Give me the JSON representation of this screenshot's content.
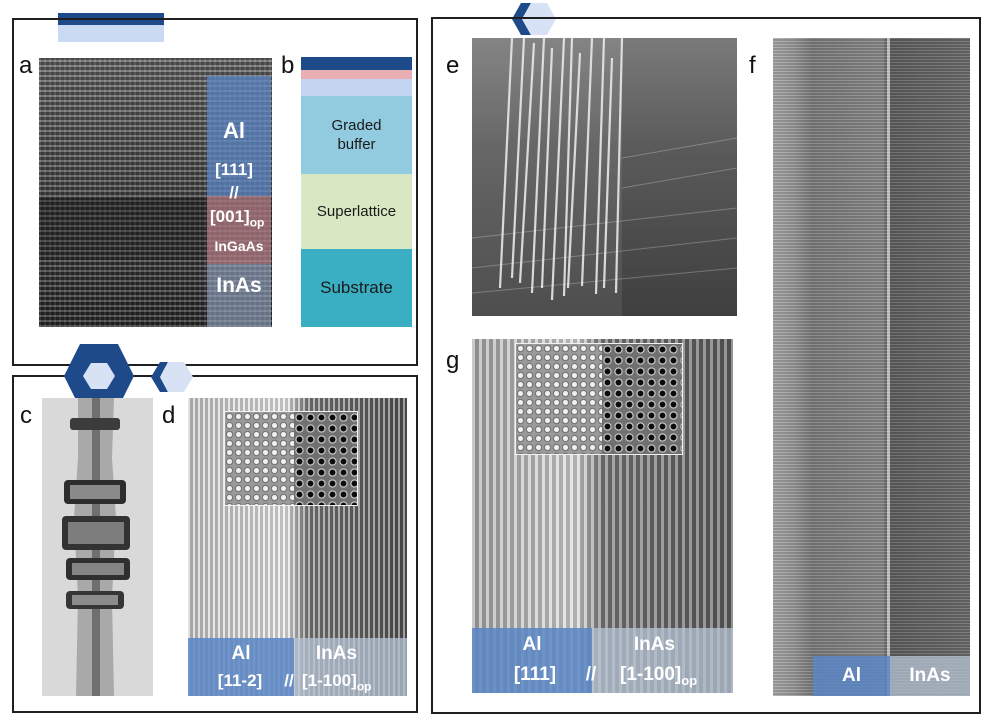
{
  "panels": {
    "a": {
      "letter": "a",
      "labels": {
        "al": "Al",
        "direction1": "[111]",
        "separator": "//",
        "direction2": "[001]",
        "direction2_sub": "op",
        "interlayer": "InGaAs",
        "substrate": "InAs"
      }
    },
    "b": {
      "letter": "b",
      "layers": {
        "buffer": "Graded buffer",
        "superlattice": "Superlattice",
        "substrate": "Substrate"
      },
      "colors": {
        "top": "#1e4a8a",
        "pink": "#e8aeb4",
        "light": "#c3d5f0",
        "buffer": "#92cbe0",
        "superlattice": "#d9e7c2",
        "substrate": "#3aaec3"
      }
    },
    "c": {
      "letter": "c"
    },
    "d": {
      "letter": "d",
      "labels": {
        "left_material": "Al",
        "left_direction": "[11-2]",
        "separator": "//",
        "right_material": "InAs",
        "right_direction": "[1-100]",
        "right_sub": "op"
      }
    },
    "e": {
      "letter": "e"
    },
    "f": {
      "letter": "f",
      "labels": {
        "left": "Al",
        "right": "InAs"
      }
    },
    "g": {
      "letter": "g",
      "labels": {
        "left_material": "Al",
        "left_direction": "[111]",
        "separator": "//",
        "right_material": "InAs",
        "right_direction": "[1-100]",
        "right_sub": "op"
      }
    }
  },
  "colors": {
    "navy": "#1e4a8a",
    "light_blue": "#c9daf2",
    "al_overlay": "#5b86c4",
    "inas_overlay": "#b7c4d6"
  }
}
